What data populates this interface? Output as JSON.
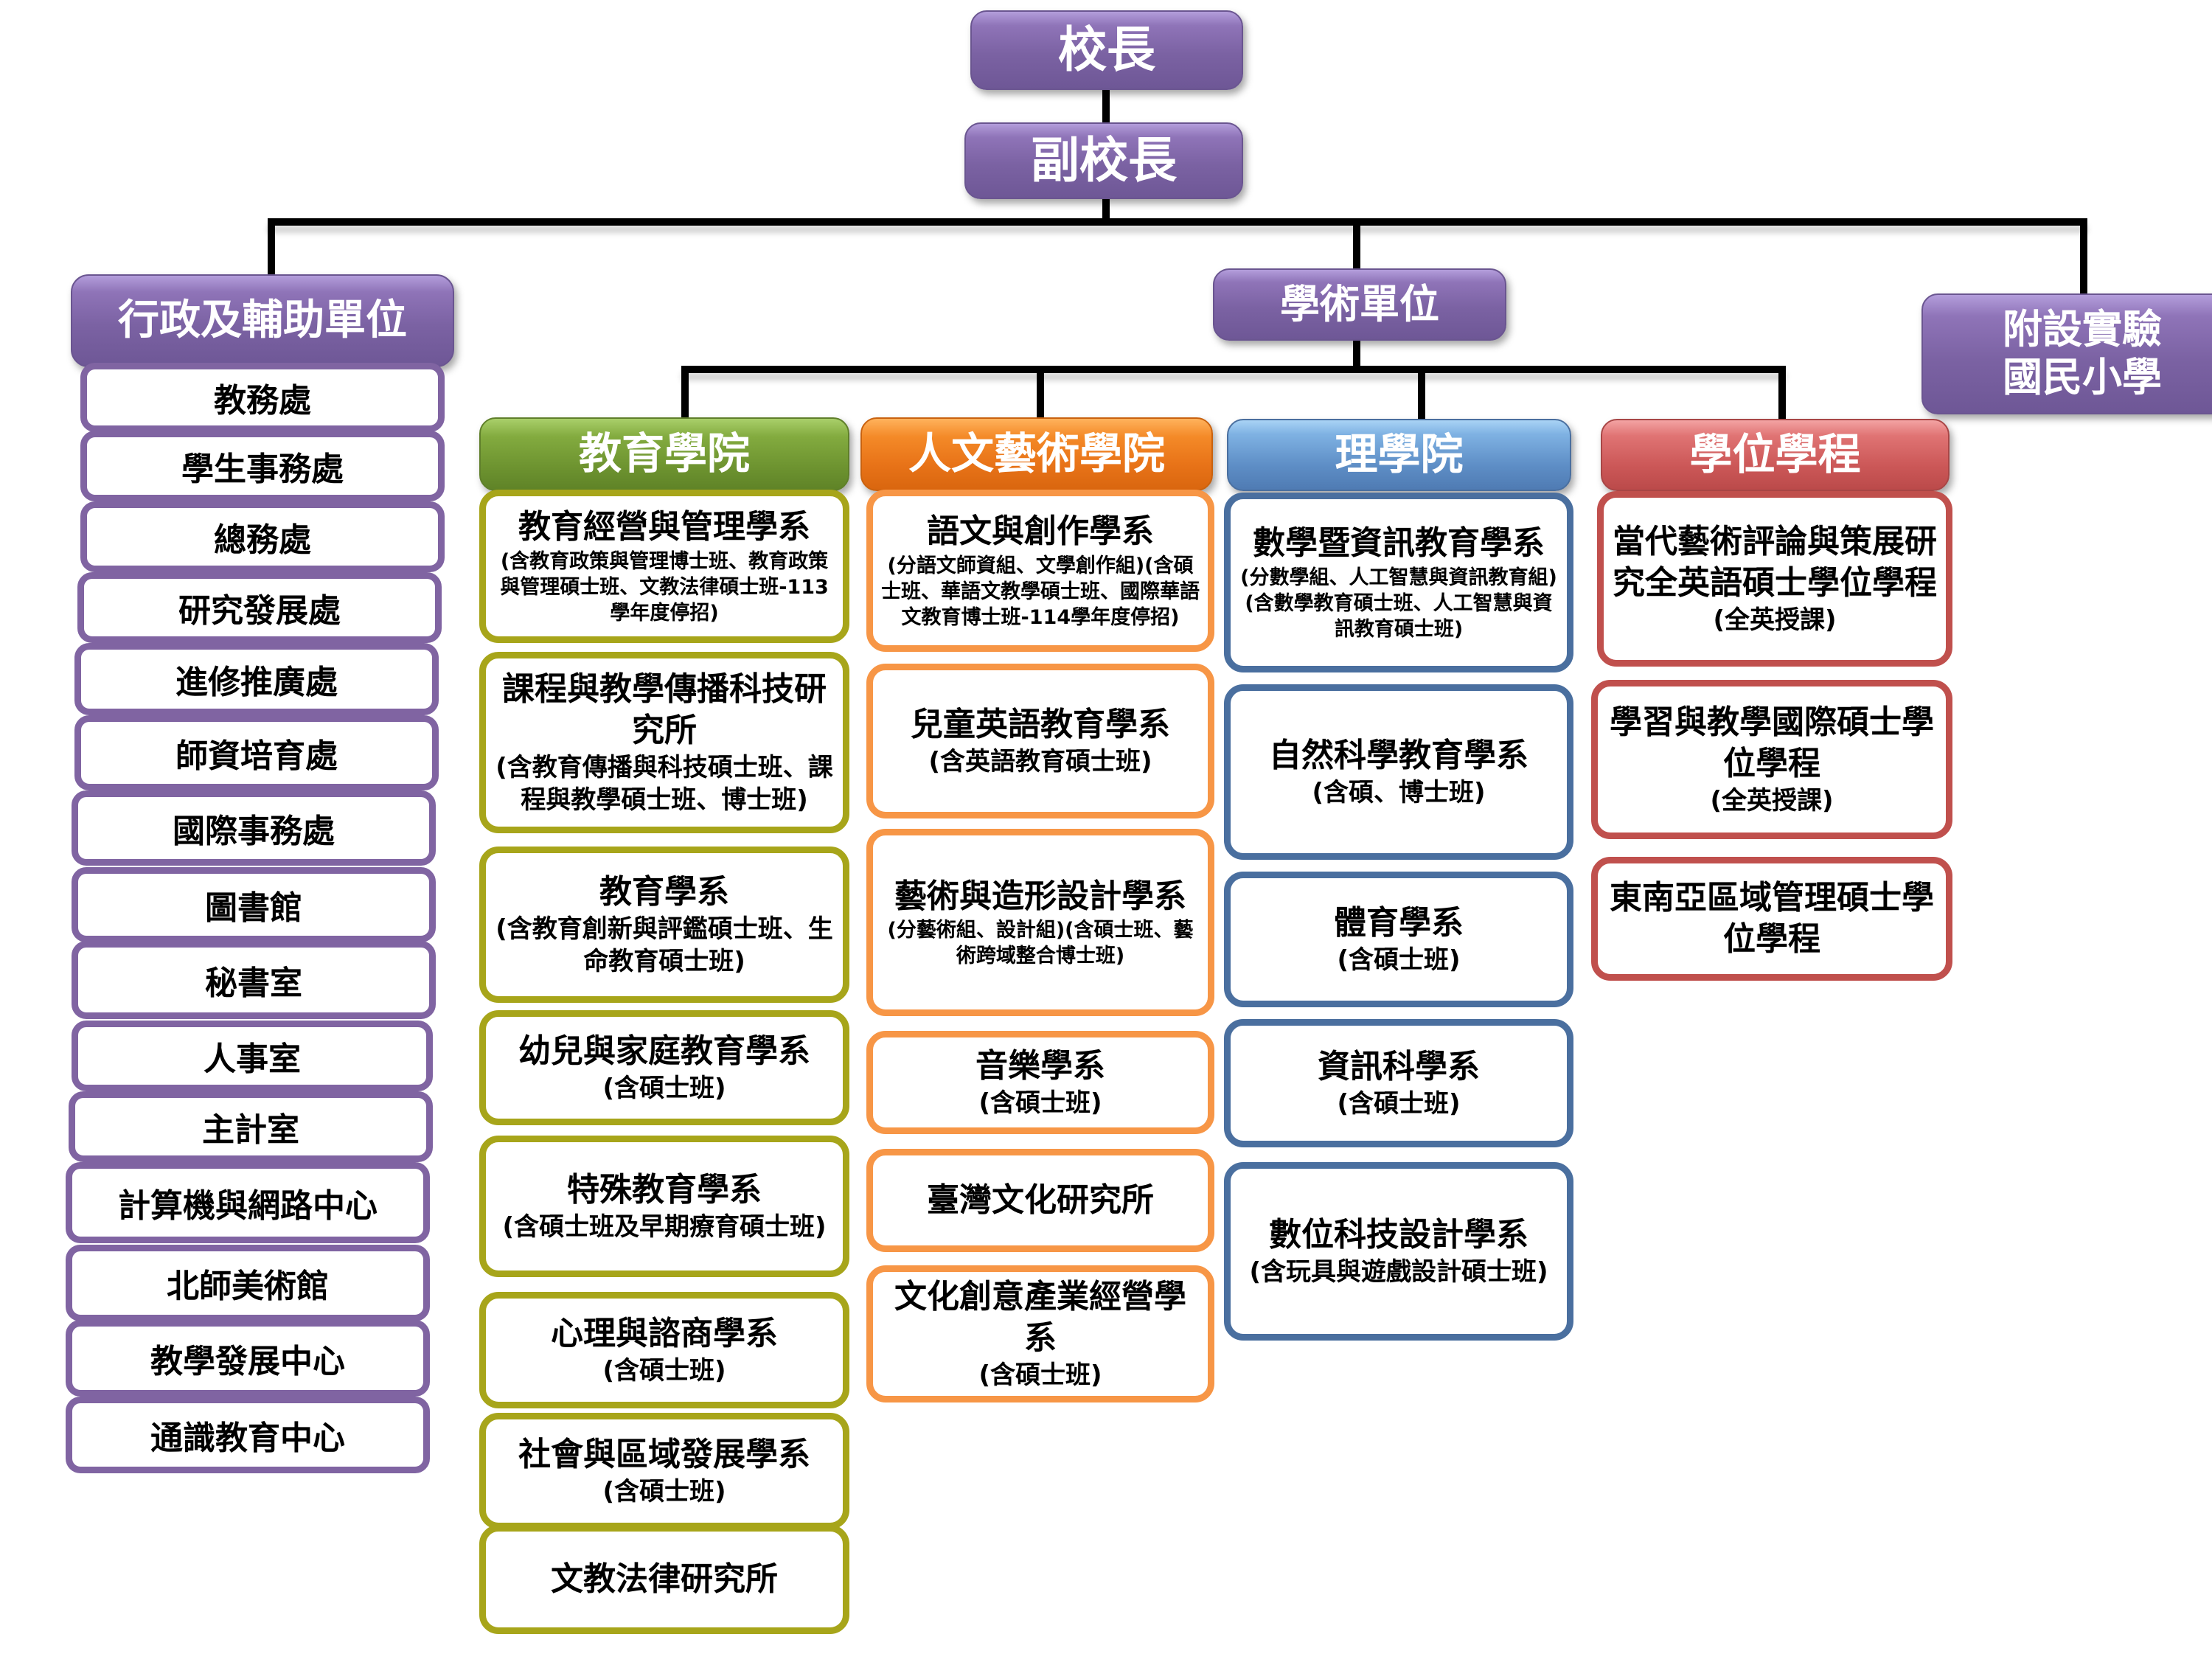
{
  "chart": {
    "president": "校長",
    "vice_president": "副校長",
    "admin": {
      "title": "行政及輔助單位",
      "items": [
        "教務處",
        "學生事務處",
        "總務處",
        "研究發展處",
        "進修推廣處",
        "師資培育處",
        "國際事務處",
        "圖書館",
        "秘書室",
        "人事室",
        "主計室",
        "計算機與網路中心",
        "北師美術館",
        "教學發展中心",
        "通識教育中心"
      ]
    },
    "academic": {
      "title": "學術單位",
      "colleges": [
        {
          "name": "教育學院",
          "color": "#77a03a",
          "units": [
            {
              "title": "教育經營與管理學系",
              "sub": "(含教育政策與管理博士班、教育政策與管理碩士班、文教法律碩士班-113學年度停招)"
            },
            {
              "title": "課程與教學傳播科技研究所",
              "sub": "(含教育傳播與科技碩士班、課程與教學碩士班、博士班)"
            },
            {
              "title": "教育學系",
              "sub": "(含教育創新與評鑑碩士班、生命教育碩士班)"
            },
            {
              "title": "幼兒與家庭教育學系",
              "sub": "(含碩士班)"
            },
            {
              "title": "特殊教育學系",
              "sub": "(含碩士班及早期療育碩士班)"
            },
            {
              "title": "心理與諮商學系",
              "sub": "(含碩士班)"
            },
            {
              "title": "社會與區域發展學系",
              "sub": "(含碩士班)"
            },
            {
              "title": "文教法律研究所",
              "sub": ""
            }
          ]
        },
        {
          "name": "人文藝術學院",
          "color": "#f08020",
          "units": [
            {
              "title": "語文與創作學系",
              "sub": "(分語文師資組、文學創作組)(含碩士班、華語文教學碩士班、國際華語文教育博士班-114學年度停招)"
            },
            {
              "title": "兒童英語教育學系",
              "sub": "(含英語教育碩士班)"
            },
            {
              "title": "藝術與造形設計學系",
              "sub": "(分藝術組、設計組)(含碩士班、藝術跨域整合博士班)"
            },
            {
              "title": "音樂學系",
              "sub": "(含碩士班)"
            },
            {
              "title": "臺灣文化研究所",
              "sub": ""
            },
            {
              "title": "文化創意產業經營學系",
              "sub": "(含碩士班)"
            }
          ]
        },
        {
          "name": "理學院",
          "color": "#5e8ec6",
          "units": [
            {
              "title": "數學暨資訊教育學系",
              "sub": "(分數學組、人工智慧與資訊教育組)(含數學教育碩士班、人工智慧與資訊教育碩士班)"
            },
            {
              "title": "自然科學教育學系",
              "sub": "(含碩、博士班)"
            },
            {
              "title": "體育學系",
              "sub": "(含碩士班)"
            },
            {
              "title": "資訊科學系",
              "sub": "(含碩士班)"
            },
            {
              "title": "數位科技設計學系",
              "sub": "(含玩具與遊戲設計碩士班)"
            }
          ]
        },
        {
          "name": "學位學程",
          "color": "#cc5858",
          "units": [
            {
              "title": "當代藝術評論與策展研究全英語碩士學位學程",
              "sub": "(全英授課)"
            },
            {
              "title": "學習與教學國際碩士學位學程",
              "sub": "(全英授課)"
            },
            {
              "title": "東南亞區域管理碩士學位學程",
              "sub": ""
            }
          ]
        }
      ]
    },
    "affiliated": "附設實驗國民小學"
  }
}
